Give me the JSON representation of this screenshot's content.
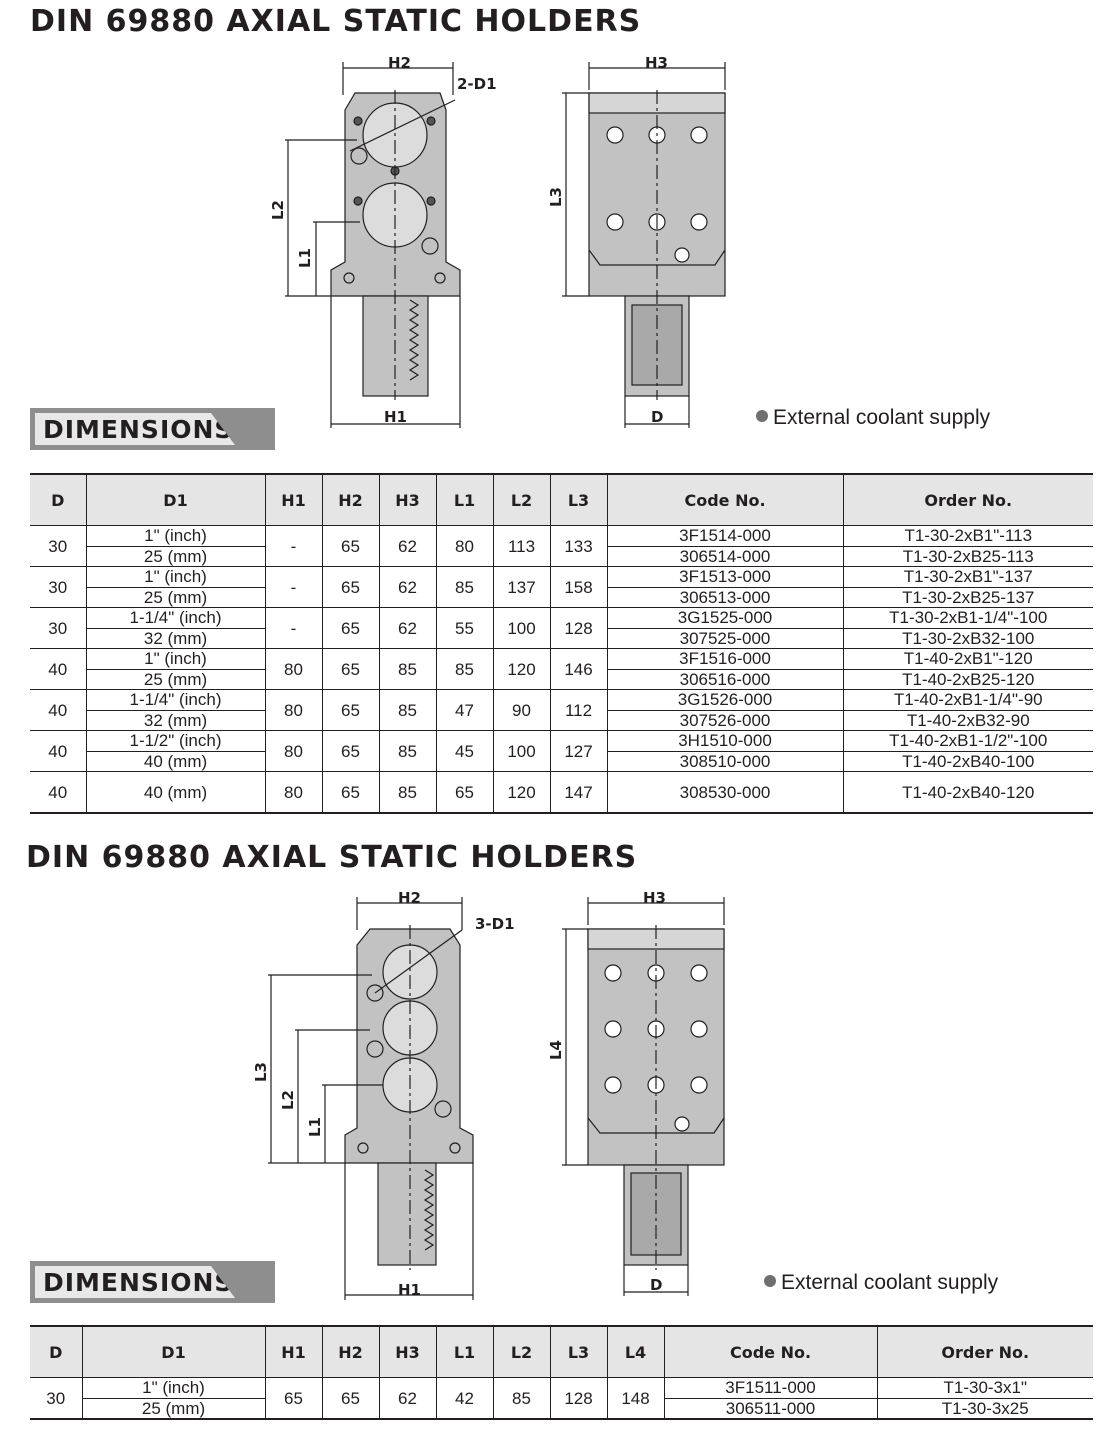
{
  "sections": [
    {
      "title": "DIN 69880  AXIAL STATIC HOLDERS",
      "drawing_labels": {
        "h1": "H1",
        "h2": "H2",
        "h3": "H3",
        "d1": "2-D1",
        "l1": "L1",
        "l2": "L2",
        "l3": "L3",
        "d": "D"
      },
      "banner": "DIMENSIONS",
      "note": "External coolant supply",
      "headers": [
        "D",
        "D1",
        "H1",
        "H2",
        "H3",
        "L1",
        "L2",
        "L3",
        "Code No.",
        "Order No."
      ],
      "rows": [
        {
          "d": "30",
          "d1": [
            "1\" (inch)",
            "25 (mm)"
          ],
          "h1": "-",
          "h2": "65",
          "h3": "62",
          "l1": "80",
          "l2": "113",
          "l3": "133",
          "code": [
            "3F1514-000",
            "306514-000"
          ],
          "order": [
            "T1-30-2xB1\"-113",
            "T1-30-2xB25-113"
          ]
        },
        {
          "d": "30",
          "d1": [
            "1\" (inch)",
            "25 (mm)"
          ],
          "h1": "-",
          "h2": "65",
          "h3": "62",
          "l1": "85",
          "l2": "137",
          "l3": "158",
          "code": [
            "3F1513-000",
            "306513-000"
          ],
          "order": [
            "T1-30-2xB1\"-137",
            "T1-30-2xB25-137"
          ]
        },
        {
          "d": "30",
          "d1": [
            "1-1/4\" (inch)",
            "32 (mm)"
          ],
          "h1": "-",
          "h2": "65",
          "h3": "62",
          "l1": "55",
          "l2": "100",
          "l3": "128",
          "code": [
            "3G1525-000",
            "307525-000"
          ],
          "order": [
            "T1-30-2xB1-1/4\"-100",
            "T1-30-2xB32-100"
          ]
        },
        {
          "d": "40",
          "d1": [
            "1\" (inch)",
            "25 (mm)"
          ],
          "h1": "80",
          "h2": "65",
          "h3": "85",
          "l1": "85",
          "l2": "120",
          "l3": "146",
          "code": [
            "3F1516-000",
            "306516-000"
          ],
          "order": [
            "T1-40-2xB1\"-120",
            "T1-40-2xB25-120"
          ]
        },
        {
          "d": "40",
          "d1": [
            "1-1/4\" (inch)",
            "32 (mm)"
          ],
          "h1": "80",
          "h2": "65",
          "h3": "85",
          "l1": "47",
          "l2": "90",
          "l3": "112",
          "code": [
            "3G1526-000",
            "307526-000"
          ],
          "order": [
            "T1-40-2xB1-1/4\"-90",
            "T1-40-2xB32-90"
          ]
        },
        {
          "d": "40",
          "d1": [
            "1-1/2\" (inch)",
            "40 (mm)"
          ],
          "h1": "80",
          "h2": "65",
          "h3": "85",
          "l1": "45",
          "l2": "100",
          "l3": "127",
          "code": [
            "3H1510-000",
            "308510-000"
          ],
          "order": [
            "T1-40-2xB1-1/2\"-100",
            "T1-40-2xB40-100"
          ]
        },
        {
          "d": "40",
          "d1": [
            "40 (mm)"
          ],
          "h1": "80",
          "h2": "65",
          "h3": "85",
          "l1": "65",
          "l2": "120",
          "l3": "147",
          "code": [
            "308530-000"
          ],
          "order": [
            "T1-40-2xB40-120"
          ]
        }
      ]
    },
    {
      "title": "DIN 69880  AXIAL STATIC HOLDERS",
      "drawing_labels": {
        "h1": "H1",
        "h2": "H2",
        "h3": "H3",
        "d1": "3-D1",
        "l1": "L1",
        "l2": "L2",
        "l3": "L3",
        "l4": "L4",
        "d": "D"
      },
      "banner": "DIMENSIONS",
      "note": "External coolant supply",
      "headers": [
        "D",
        "D1",
        "H1",
        "H2",
        "H3",
        "L1",
        "L2",
        "L3",
        "L4",
        "Code No.",
        "Order No."
      ],
      "rows": [
        {
          "d": "30",
          "d1": [
            "1\" (inch)",
            "25 (mm)"
          ],
          "h1": "65",
          "h2": "65",
          "h3": "62",
          "l1": "42",
          "l2": "85",
          "l3": "128",
          "l4": "148",
          "code": [
            "3F1511-000",
            "306511-000"
          ],
          "order": [
            "T1-30-3x1\"",
            "T1-30-3x25"
          ]
        }
      ]
    }
  ]
}
